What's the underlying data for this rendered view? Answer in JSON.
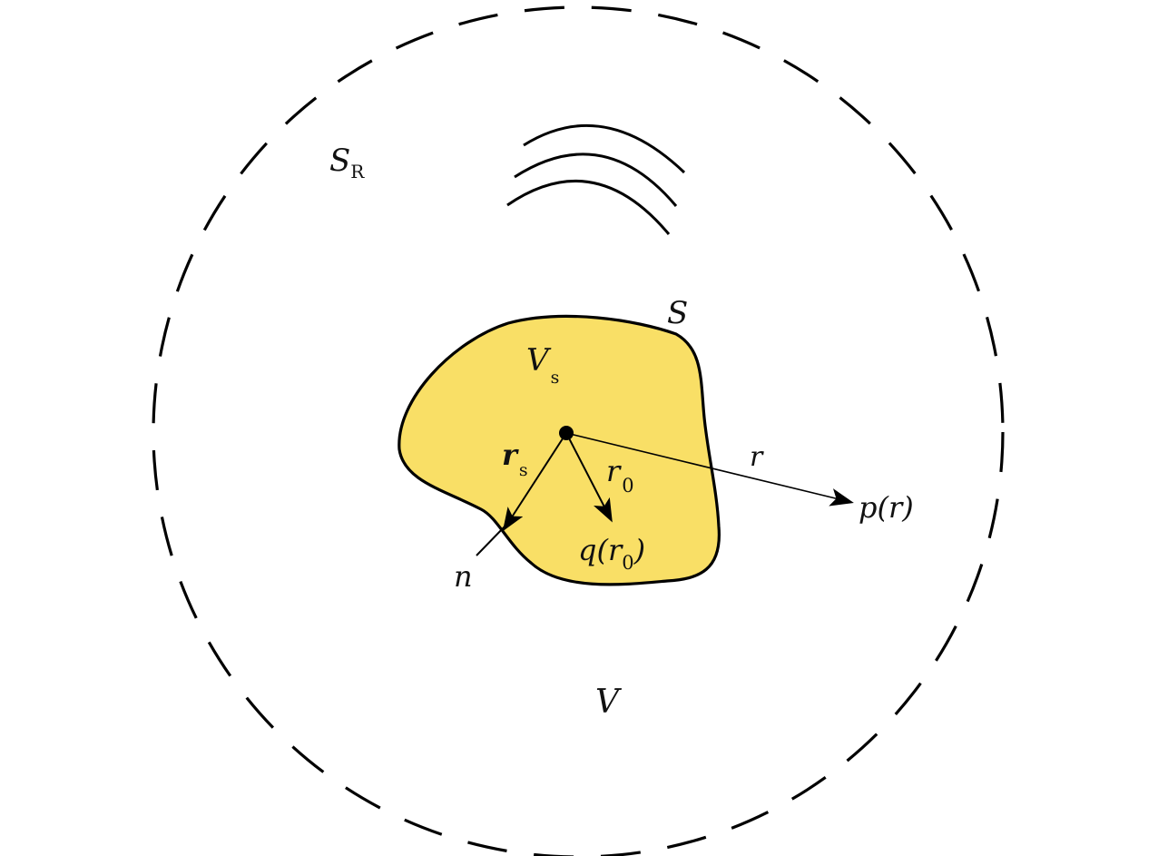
{
  "colors": {
    "body_fill": "#f9df66",
    "stroke": "#000000",
    "background": "#ffffff"
  },
  "labels": {
    "outer_surface": {
      "main": "S",
      "sub": "R"
    },
    "body_surface": "S",
    "body_volume": {
      "main": "V",
      "sub": "s"
    },
    "surface_vector": {
      "main": "r",
      "sub": "s"
    },
    "source_vector": {
      "main": "r",
      "sub": "0"
    },
    "field_vector": "r",
    "normal": "n",
    "field_point": "p(r)",
    "source_point": {
      "prefix": "q(r",
      "sub": "0",
      "suffix": ")"
    },
    "outer_volume": "V"
  }
}
